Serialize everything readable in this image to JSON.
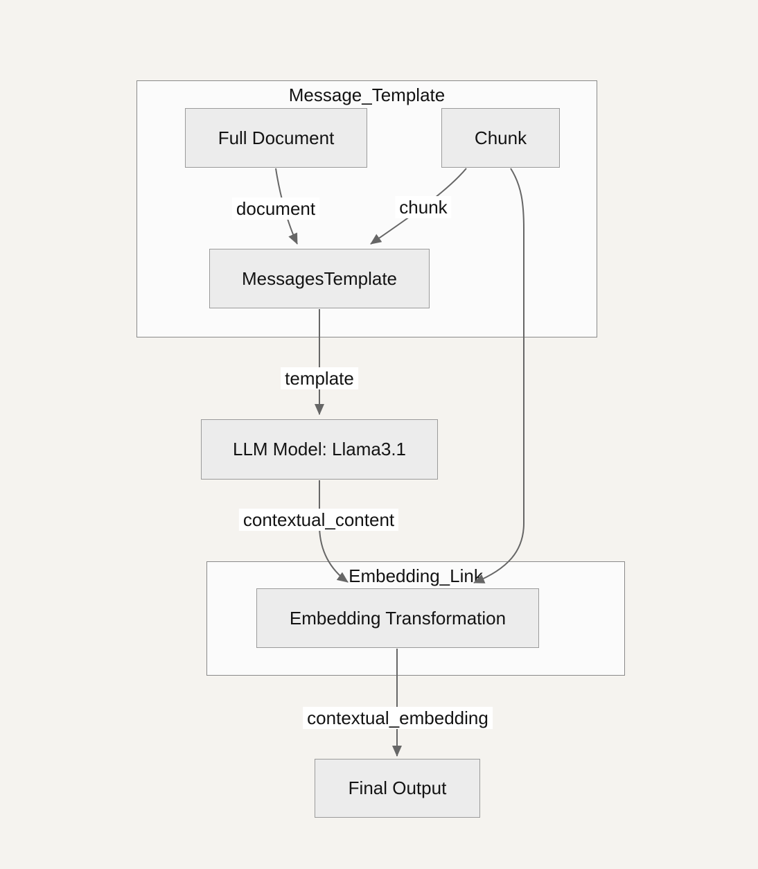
{
  "diagram": {
    "colors": {
      "background": "#f5f3ef",
      "container_fill": "#fbfbfb",
      "container_border": "#898989",
      "node_fill": "#ececec",
      "node_border": "#9a9a9a",
      "edge_line": "#666666",
      "arrowhead": "#666666",
      "text": "#131313",
      "edge_label_background": "#ffffff"
    },
    "containers": [
      {
        "id": "message_template",
        "title": "Message_Template"
      },
      {
        "id": "embedding_link",
        "title": "Embedding_Link"
      }
    ],
    "nodes": [
      {
        "id": "full_document",
        "label": "Full Document"
      },
      {
        "id": "chunk",
        "label": "Chunk"
      },
      {
        "id": "messages_template",
        "label": "MessagesTemplate"
      },
      {
        "id": "llm_model",
        "label": "LLM Model: Llama3.1"
      },
      {
        "id": "embedding_transformation",
        "label": "Embedding Transformation"
      },
      {
        "id": "final_output",
        "label": "Final Output"
      }
    ],
    "edge_labels": [
      {
        "id": "document",
        "label": "document"
      },
      {
        "id": "chunk",
        "label": "chunk"
      },
      {
        "id": "template",
        "label": "template"
      },
      {
        "id": "contextual_content",
        "label": "contextual_content"
      },
      {
        "id": "contextual_embedding",
        "label": "contextual_embedding"
      }
    ]
  }
}
